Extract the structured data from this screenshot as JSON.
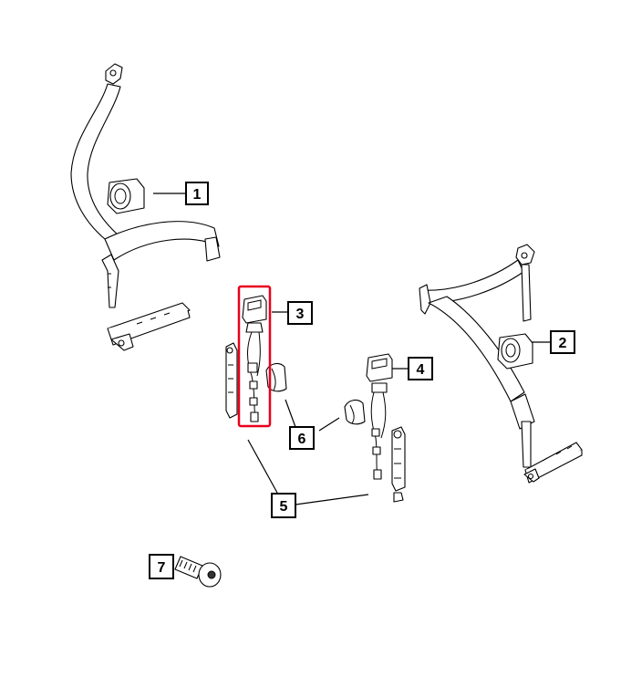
{
  "colors": {
    "background": "#ffffff",
    "linework": "#000000",
    "highlight": "#e8001c"
  },
  "callouts": [
    {
      "id": "c1",
      "label": "1"
    },
    {
      "id": "c2",
      "label": "2"
    },
    {
      "id": "c3",
      "label": "3"
    },
    {
      "id": "c4",
      "label": "4"
    },
    {
      "id": "c5",
      "label": "5"
    },
    {
      "id": "c6",
      "label": "6"
    },
    {
      "id": "c7",
      "label": "7"
    }
  ],
  "highlighted_callout": "3"
}
